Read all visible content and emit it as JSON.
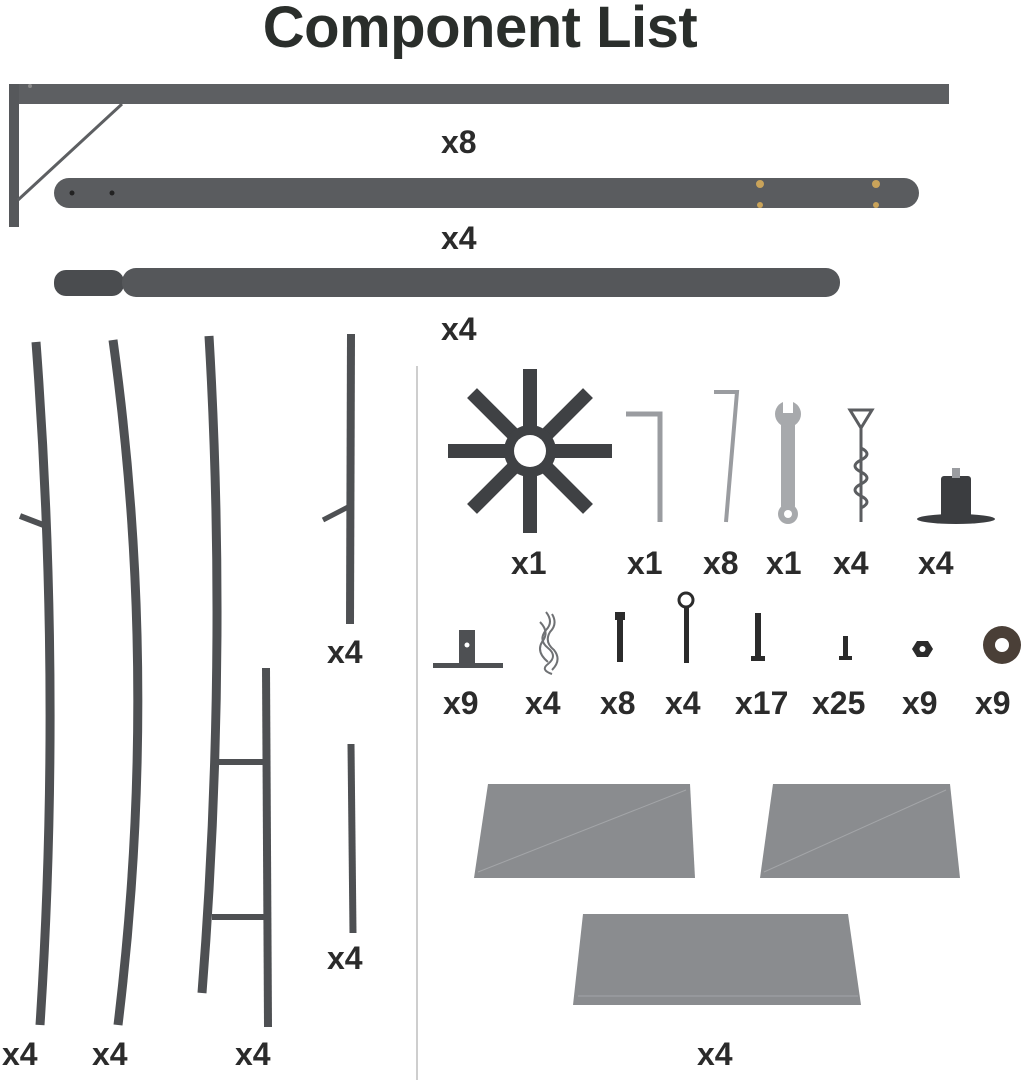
{
  "title": "Component List",
  "colors": {
    "metal": "#5b5d60",
    "metal_dark": "#45474a",
    "fabric": "#8a8c8f",
    "text": "#2b2b2b"
  },
  "quantities": {
    "long_beam": "x8",
    "pipe_upper": "x4",
    "pipe_lower": "x4",
    "curved_post_1": "x4",
    "curved_post_2": "x4",
    "ladder_post": "x4",
    "short_post_upper": "x4",
    "short_post_lower": "x4",
    "hub": "x1",
    "hex_key_large": "x1",
    "hex_key_small": "x8",
    "wrench": "x1",
    "ground_stake": "x4",
    "base_plate": "x4",
    "bracket": "x9",
    "rope": "x4",
    "expansion_bolt": "x8",
    "eye_bolt": "x4",
    "long_bolt": "x17",
    "short_bolt": "x25",
    "nut": "x9",
    "washer": "x9",
    "canopy": "x4"
  }
}
